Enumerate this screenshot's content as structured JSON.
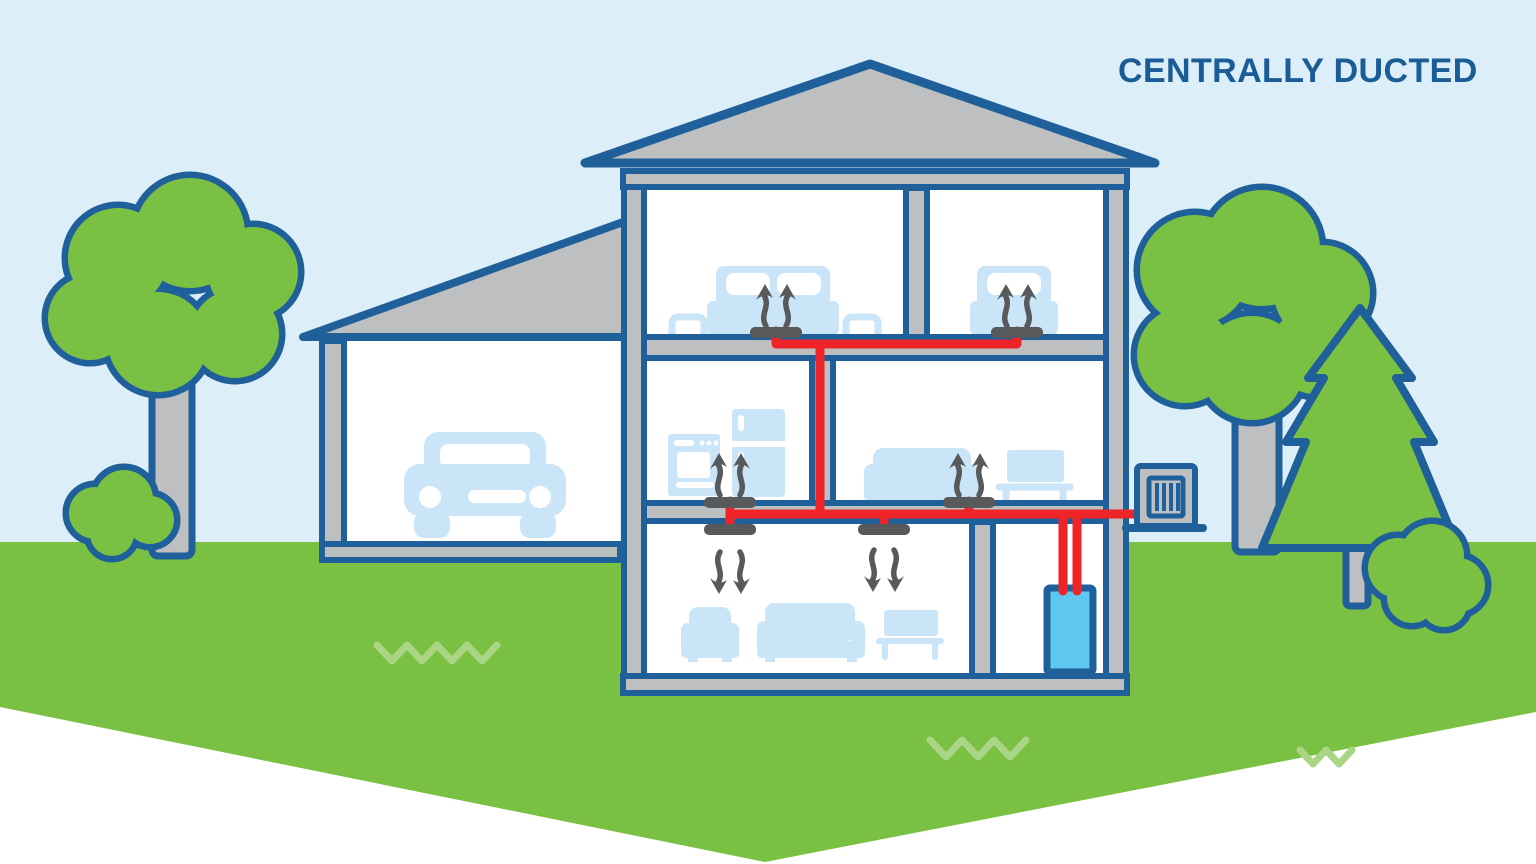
{
  "title": {
    "label": "CENTRALLY DUCTED"
  },
  "colors": {
    "sky": "#dceef8",
    "grass": "#7ac143",
    "foliage": "#7ac143",
    "zigzag": "#aad584",
    "outline": "#1f5f9a",
    "structure_gray": "#bdbfc1",
    "furniture_blue": "#c9e5f7",
    "duct_red": "#ee2428",
    "vent_gray": "#58595b",
    "furnace_blue": "#5ec7ef",
    "title_blue": "#1a5c96",
    "background_white": "#ffffff"
  },
  "scene": {
    "type": "house-cross-section-illustration",
    "background_elements": [
      "sky",
      "grass-hill-chevron",
      "lawn-zigzag-marks"
    ],
    "vegetation": [
      "round-tree-left",
      "bush-left",
      "round-tree-right",
      "pine-tree",
      "bush-right"
    ],
    "buildings": [
      "attached-garage-with-car",
      "two-storey-house-with-basement"
    ],
    "rooms": [
      "bedroom-master",
      "bedroom-single",
      "kitchen",
      "living-room",
      "basement-rec-room",
      "basement-utility-room",
      "garage"
    ],
    "hvac": {
      "system": "centrally-ducted",
      "floor_vent_count": 4,
      "ceiling_vent_count": 2,
      "air_handler": "basement-furnace-unit",
      "outdoor_unit": "wall-mounted-condenser-with-grille"
    }
  }
}
